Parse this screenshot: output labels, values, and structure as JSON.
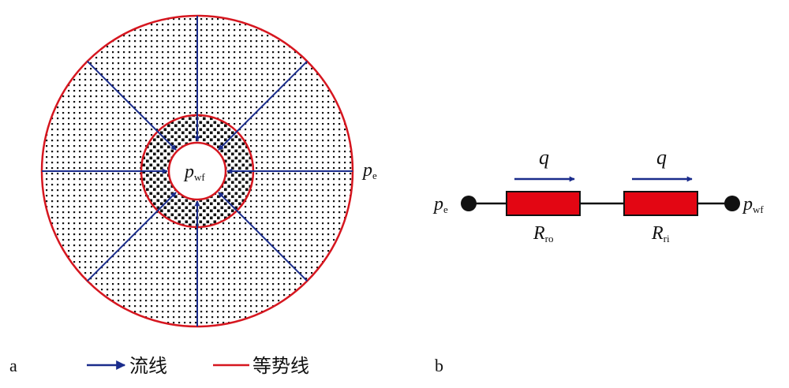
{
  "panel_a": {
    "label": "a",
    "wellbore_pressure": {
      "main": "p",
      "sub": "wf"
    },
    "outer_pressure": {
      "main": "p",
      "sub": "e"
    },
    "streamline_count": 8
  },
  "legend": {
    "streamline_label": "流线",
    "isobar_label": "等势线",
    "streamline_color": "#1a2c8c",
    "isobar_color": "#d6161f"
  },
  "panel_b": {
    "label": "b",
    "left_node": {
      "main": "p",
      "sub": "e"
    },
    "right_node": {
      "main": "p",
      "sub": "wf"
    },
    "resistors": [
      {
        "main": "R",
        "sub": "ro"
      },
      {
        "main": "R",
        "sub": "ri"
      }
    ],
    "flow_labels": [
      "q",
      "q"
    ],
    "resistor_color": "#e30613",
    "arrow_color": "#1a2c8c"
  }
}
